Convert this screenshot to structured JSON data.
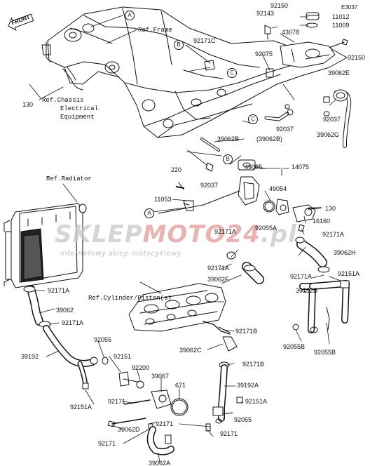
{
  "diagram": {
    "code": "E3037",
    "front_label": "FRONT",
    "watermark": {
      "part1": "SKLEP",
      "part2": "MOTO",
      "part3": "24",
      "part4": ".pl",
      "subtitle": "internetowy sklep motocyklowy"
    },
    "refs": {
      "frame": "Ref.Frame",
      "chassis1": "Ref.Chassis",
      "chassis2": "Electrical",
      "chassis3": "Equipment",
      "radiator": "Ref.Radiator",
      "cylinder": "Ref.Cylinder/Piston(s)"
    },
    "callouts": {
      "A": "A",
      "B": "B",
      "C": "C"
    },
    "parts": {
      "p92150a": "92150",
      "p92143": "92143",
      "p11012": "11012",
      "p11009": "11009",
      "p43078": "43078",
      "p92171c": "92171C",
      "p92075": "92075",
      "p92150b": "92150",
      "p39062e": "39062E",
      "p130a": "130",
      "p92037a": "92037",
      "p92037b": "92037",
      "p39062b_par": "(39062B)",
      "p39062g": "39062G",
      "p39062b": "39062B",
      "p220": "220",
      "p92037c": "92037",
      "p49085": "49085",
      "p14075": "14075",
      "p49054": "49054",
      "p11053": "11053",
      "p130b": "130",
      "p16160": "16160",
      "p92055a": "92055A",
      "p92171a1": "92171A",
      "p92171a2": "92171A",
      "p39062h": "39062H",
      "p92171a3": "92171A",
      "p39062f": "39062F",
      "p92171a4": "92171A",
      "p92151a1": "92151A",
      "p39192b": "39192B",
      "p92171a5": "92171A",
      "p39062": "39062",
      "p92171a6": "92171A",
      "p92171b1": "92171B",
      "p92055b1": "92055B",
      "p92055b2": "92055B",
      "p39062c": "39062C",
      "p92055a2": "92055",
      "p92171b2": "92171B",
      "p39192": "39192",
      "p92151": "92151",
      "p92200": "92200",
      "p39067": "39067",
      "p671": "671",
      "p39192a": "39192A",
      "p92151a2": "92151A",
      "p92151a3": "92151A",
      "p92171x": "92171",
      "p92055c": "92055",
      "p39062d": "39062D",
      "p92171y": "92171",
      "p92171z": "92171",
      "p92171w": "92171",
      "p39062a": "39062A"
    }
  }
}
